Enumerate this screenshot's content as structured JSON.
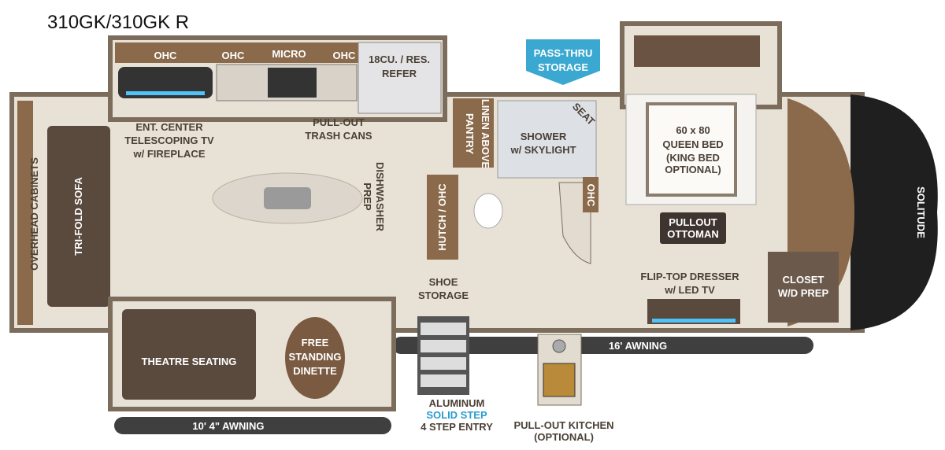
{
  "title": "310GK/310GK R",
  "brand_logo": "SOLITUDE",
  "colors": {
    "floor": "#e8e1d6",
    "wall": "#7b6c5c",
    "wood": "#8a6a4a",
    "accent_blue": "#3aa8d0",
    "dark": "#3b3a38",
    "awning": "#3f3f40"
  },
  "labels": {
    "ohc": "OHC",
    "micro": "MICRO",
    "refer": [
      "18CU. / RES.",
      "REFER"
    ],
    "pass_thru": [
      "PASS-THRU",
      "STORAGE"
    ],
    "ent_center": [
      "ENT. CENTER",
      "TELESCOPING TV",
      "w/ FIREPLACE"
    ],
    "trash": [
      "PULL-OUT",
      "TRASH CANS"
    ],
    "pantry": "PANTRY",
    "linen": "LINEN ABOVE",
    "shower": [
      "SHOWER",
      "w/ SKYLIGHT"
    ],
    "seat": "SEAT",
    "bed": [
      "60 x 80",
      "QUEEN BED",
      "(KING BED",
      "OPTIONAL)"
    ],
    "overhead_cabinets": "OVERHEAD CABINETS",
    "sofa": "TRI-FOLD SOFA",
    "dishwasher": [
      "DISHWASHER",
      "PREP"
    ],
    "hutch": "HUTCH / OHC",
    "ottoman": [
      "PULLOUT",
      "OTTOMAN"
    ],
    "shoe": [
      "SHOE",
      "STORAGE"
    ],
    "dresser": [
      "FLIP-TOP DRESSER",
      "w/ LED TV"
    ],
    "closet": [
      "CLOSET",
      "W/D PREP"
    ],
    "theatre": "THEATRE SEATING",
    "dinette": [
      "FREE",
      "STANDING",
      "DINETTE"
    ],
    "awning_front": "16' AWNING",
    "awning_rear": "10' 4\" AWNING",
    "entry": [
      "ALUMINUM",
      "SOLID STEP",
      "4 STEP ENTRY"
    ],
    "kitchen": [
      "PULL-OUT KITCHEN",
      "(OPTIONAL)"
    ]
  }
}
